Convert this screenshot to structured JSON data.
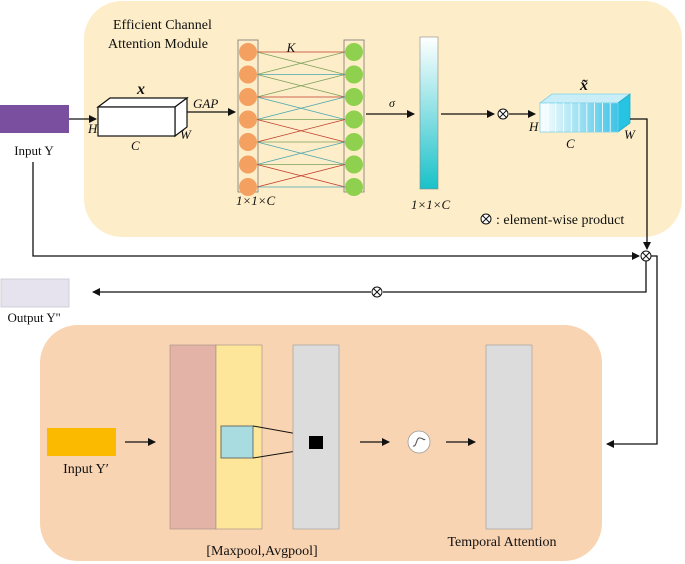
{
  "eca": {
    "title_line1": "Efficient Channel",
    "title_line2": "Attention Module",
    "x_label": "x",
    "x_tilde_label": "x̃",
    "h_label": "H",
    "c_label": "C",
    "w_label": "W",
    "gap_label": "GAP",
    "k_label": "K",
    "sigma_label": "σ",
    "pool_dim_label": "1×1×C",
    "attn_dim_label": "1×1×C",
    "legend_symbol": "⊗",
    "legend_text": ": element-wise product"
  },
  "io": {
    "input_y": "Input Y",
    "output_y": "Output Y''",
    "input_y_prime": "Input Y′"
  },
  "temporal": {
    "pool_label": "[Maxpool,Avgpool]",
    "attention_label": "Temporal Attention",
    "sigmoid_symbol": "S"
  },
  "operators": {
    "multiply": "⊗"
  },
  "colors": {
    "eca_panel": "#fdedc8",
    "temporal_panel": "#f9d4b2",
    "input_y": "#7a4fa0",
    "input_y_prime": "#fbb900",
    "orange_node": "#f4a061",
    "green_node": "#8fd14f",
    "maxpool_strip": "#e3b3a8",
    "avgpool_strip": "#fde59a",
    "conv_strip": "#dcdcdc",
    "attn_strip": "#dcdcdc",
    "kernel_patch": "#a9dce0",
    "attn_bar_top": "#ffffff",
    "attn_bar_bottom": "#19c1c9",
    "output_box": "#e6e3ee"
  }
}
